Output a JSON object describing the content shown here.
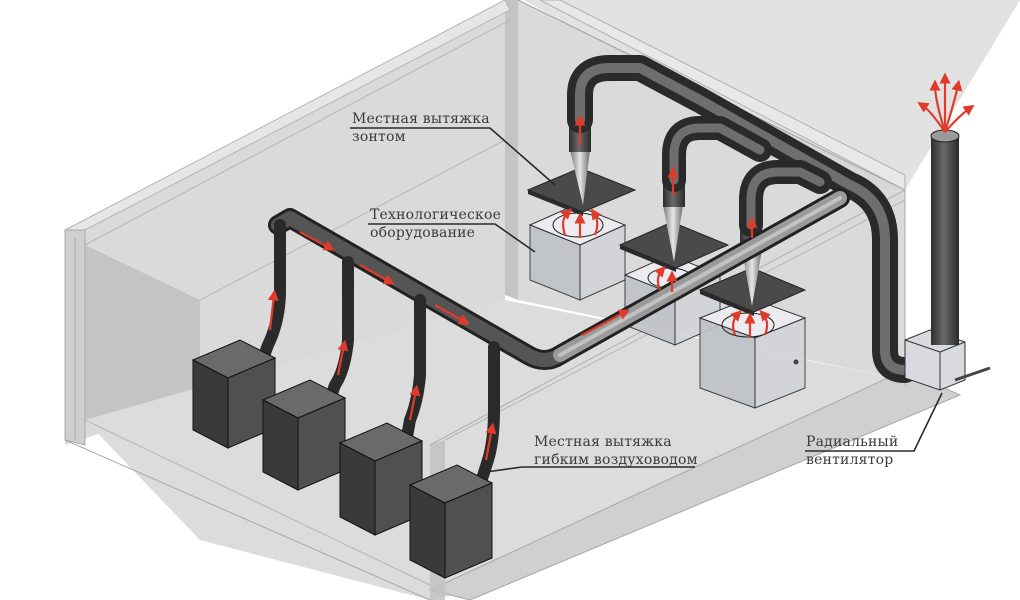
{
  "diagram": {
    "type": "isometric-schematic",
    "subject": "local exhaust ventilation system",
    "colors": {
      "room_wall": "#d9d9d9",
      "room_edge": "#a8a8a8",
      "duct": "#4a4a4a",
      "duct_highlight": "#8a8a8a",
      "main_duct_light": "#8c8c8c",
      "equipment_box": "#c9ccd2",
      "machine_body": "#3c3c3c",
      "machine_top": "#6a6a6a",
      "airflow_arrow": "#e03a2a",
      "label_text": "#3a3a3a",
      "leader_line": "#2a2a2a"
    },
    "labels": {
      "umbrella_hood": {
        "line1": "Местная вытяжка",
        "line2": "зонтом"
      },
      "process_equipment": {
        "line1": "Технологическое",
        "line2": "оборудование"
      },
      "flexible_hose_exhaust": {
        "line1": "Местная вытяжка",
        "line2": "гибким воздуховодом"
      },
      "radial_fan": {
        "line1": "Радиальный",
        "line2": "вентилятор"
      }
    },
    "components": {
      "hoods_count": 3,
      "equipment_boxes_count": 3,
      "machines_with_flexible_hoses_count": 4,
      "exhaust_stack_arrows_count": 5
    }
  }
}
